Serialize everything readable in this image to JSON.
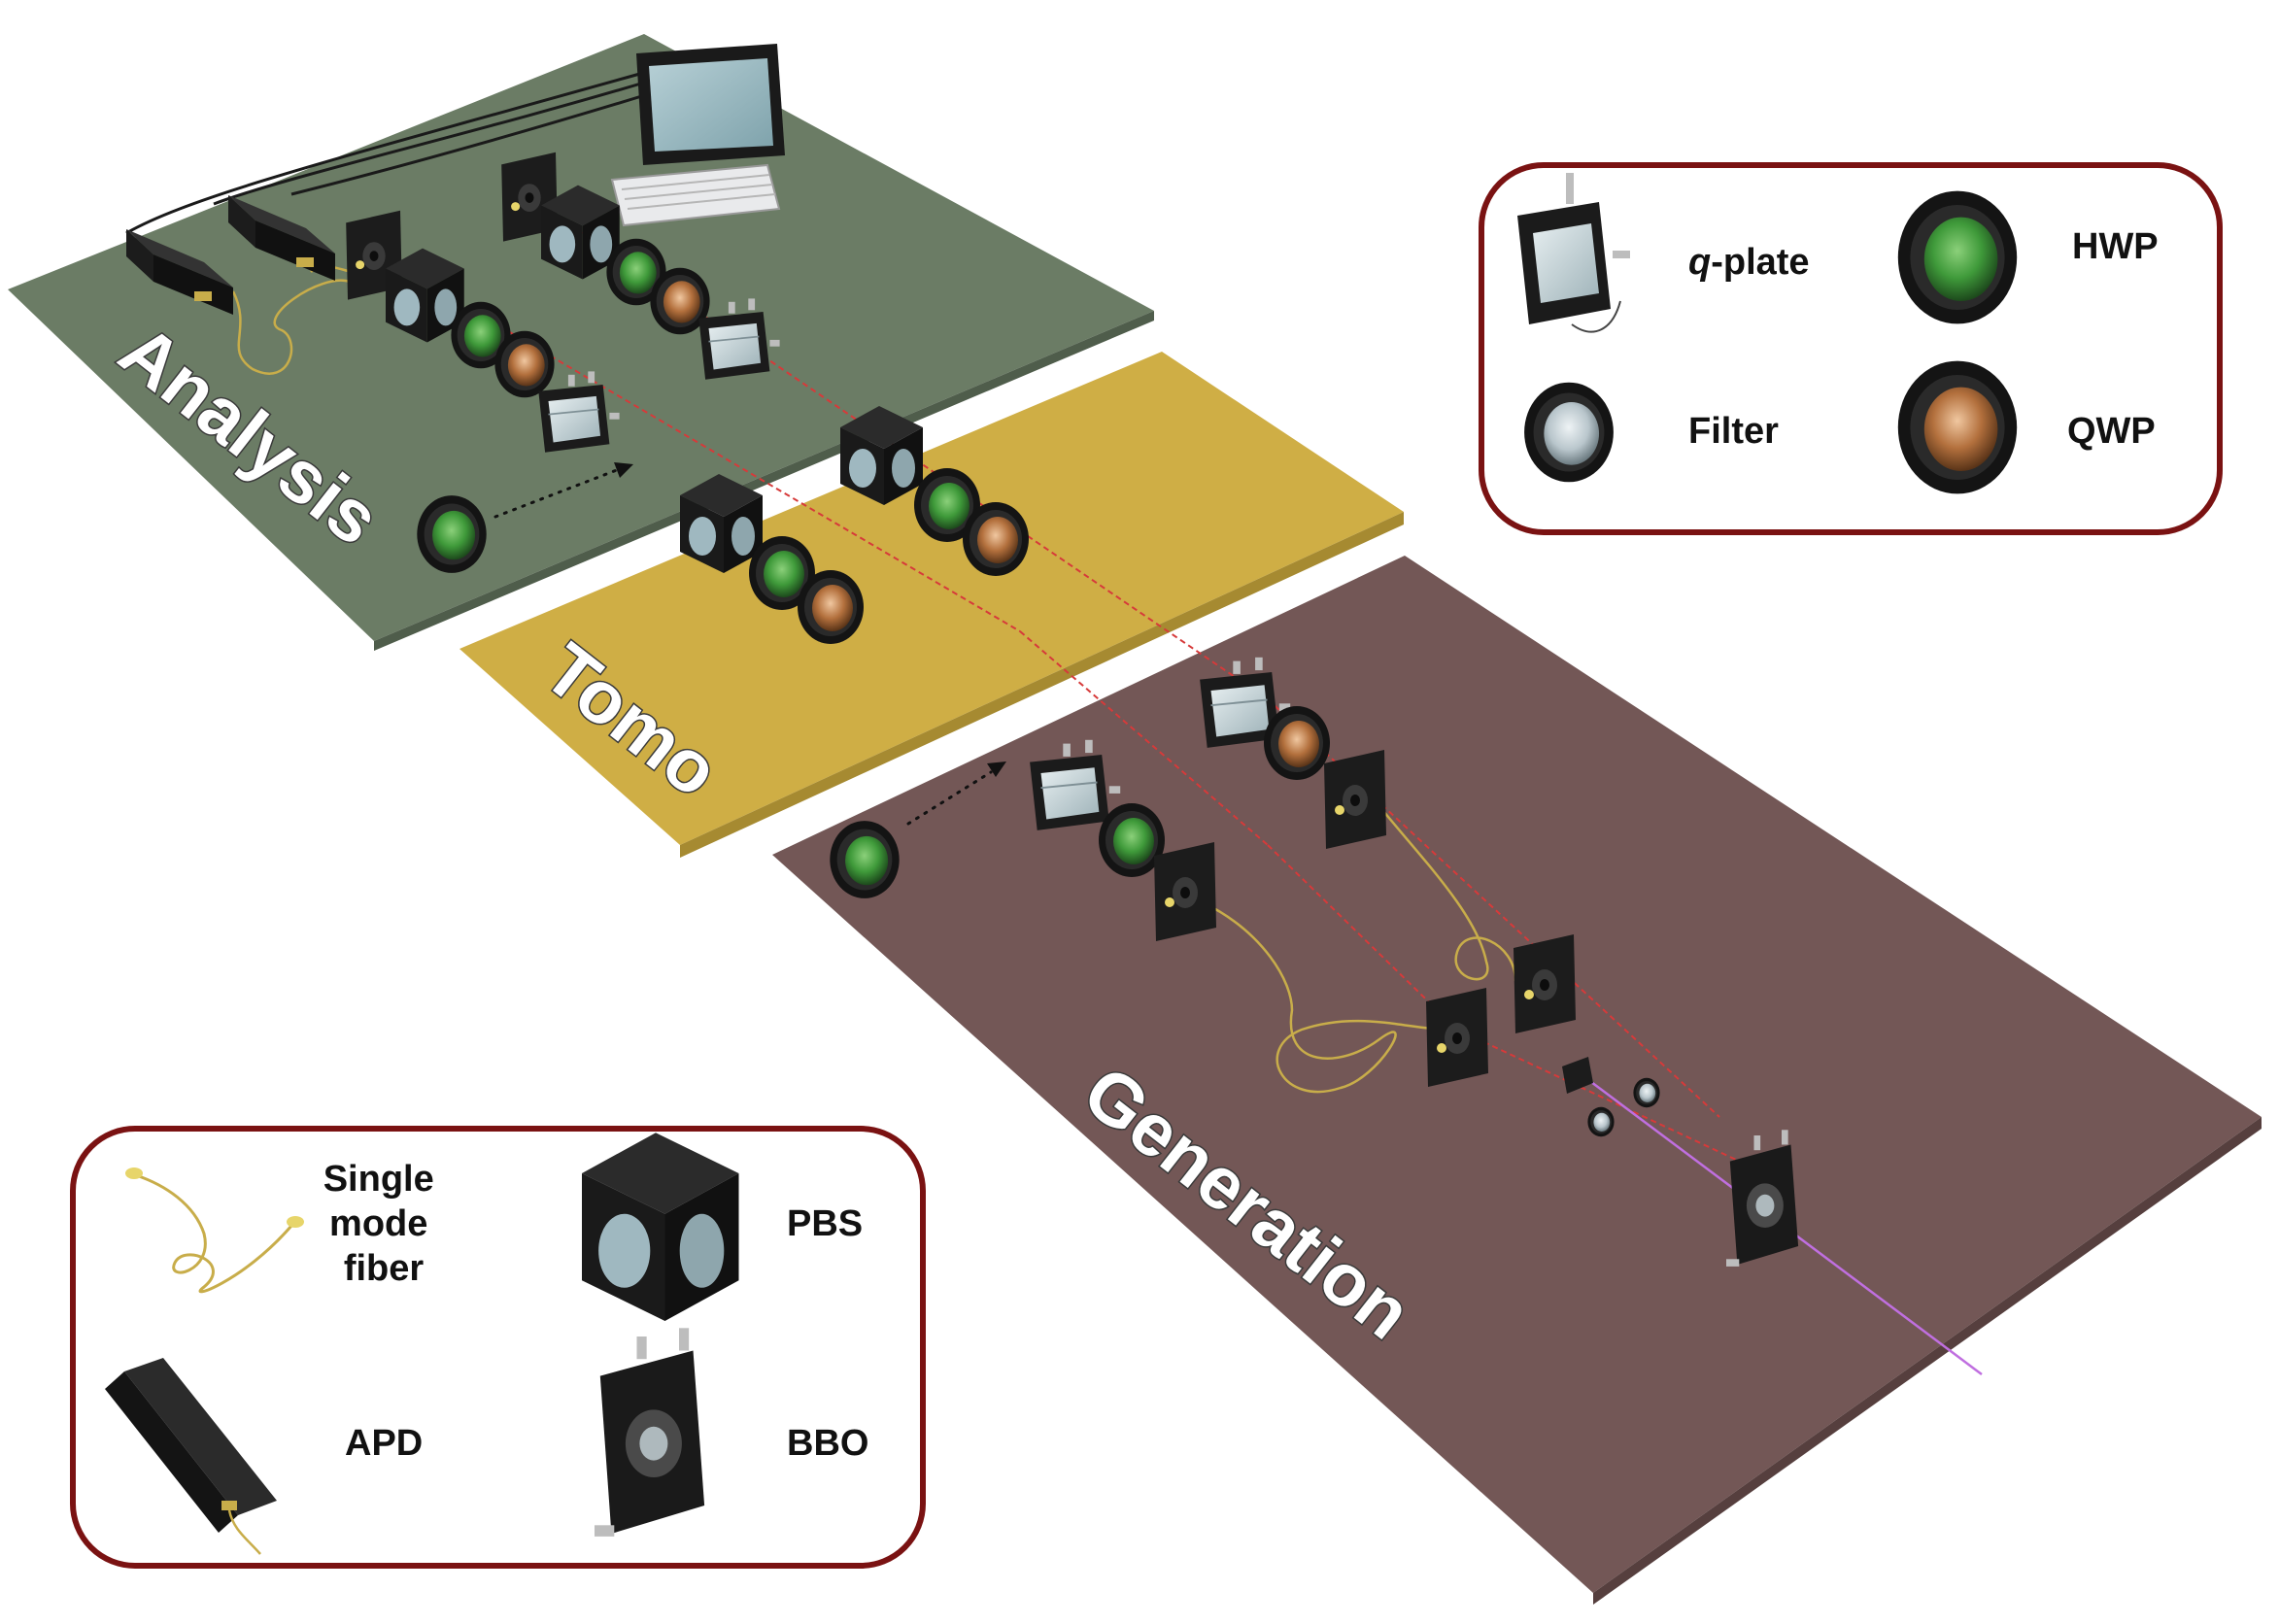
{
  "boards": {
    "analysis": {
      "label": "Analysis",
      "color": "#6b7c65"
    },
    "tomo": {
      "label": "Tomo",
      "color": "#cfae45"
    },
    "generation": {
      "label": "Generation",
      "color": "#735756"
    }
  },
  "legend_top": {
    "qplate": {
      "italic": "q",
      "label": "-plate"
    },
    "hwp": "HWP",
    "filter": "Filter",
    "qwp": "QWP"
  },
  "legend_bottom": {
    "fiber": [
      "Single",
      "mode",
      "fiber"
    ],
    "pbs": "PBS",
    "apd": "APD",
    "bbo": "BBO"
  },
  "colors": {
    "legend_border": "#7a1212",
    "beam": "#d63a3a",
    "pump": "#c06fe0",
    "fiber": "#c8ad4a",
    "hwp_glass": "#3f9a3a",
    "qwp_glass": "#b3703d",
    "filter_glass": "#b9c6cc"
  }
}
